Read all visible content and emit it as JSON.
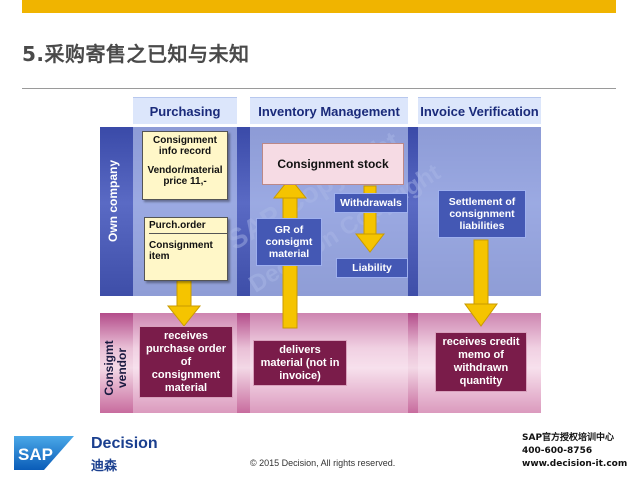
{
  "header": {
    "title": "5.采购寄售之已知与未知"
  },
  "columns": [
    {
      "label": "Purchasing"
    },
    {
      "label": "Inventory Management"
    },
    {
      "label": "Invoice Verification"
    }
  ],
  "rows": {
    "own": "Own company",
    "vendor": "Consigmt vendor"
  },
  "purchasing": {
    "info_record_line1": "Consignment",
    "info_record_line2": "info record",
    "info_record_line3": "Vendor/material",
    "info_record_line4": "price 11,-",
    "po_title": "Purch.order",
    "po_item_line1": "Consignment",
    "po_item_line2": "item"
  },
  "inventory": {
    "stock": "Consignment stock",
    "gr_line1": "GR of",
    "gr_line2": "consigmt",
    "gr_line3": "material",
    "withdrawals": "Withdrawals",
    "liability": "Liability"
  },
  "invoice": {
    "settlement_line1": "Settlement of",
    "settlement_line2": "consignment",
    "settlement_line3": "liabilities"
  },
  "vendor": {
    "receives_po_line1": "receives",
    "receives_po_line2": "purchase order",
    "receives_po_line3": "of",
    "receives_po_line4": "consignment",
    "receives_po_line5": "material",
    "delivers_line1": "delivers",
    "delivers_line2": "material (not in",
    "delivers_line3": "invoice)",
    "credit_line1": "receives credit",
    "credit_line2": "memo of",
    "credit_line3": "withdrawn",
    "credit_line4": "quantity"
  },
  "watermark": {
    "text1": "SAP Copyright",
    "text2": "Decision Copyright"
  },
  "footer": {
    "logo": "SAP",
    "brand": "Decision",
    "brand_cn": "迪森",
    "copyright": "© 2015 Decision, All rights reserved.",
    "contact_line1": "SAP官方授权培训中心",
    "contact_line2": "400-600-8756",
    "contact_line3": "www.decision-it.com"
  },
  "colors": {
    "accent": "#f0b400",
    "own_band": "#4458b4",
    "vendor_band": "#b34c8a",
    "arrow": "#f5c400"
  }
}
